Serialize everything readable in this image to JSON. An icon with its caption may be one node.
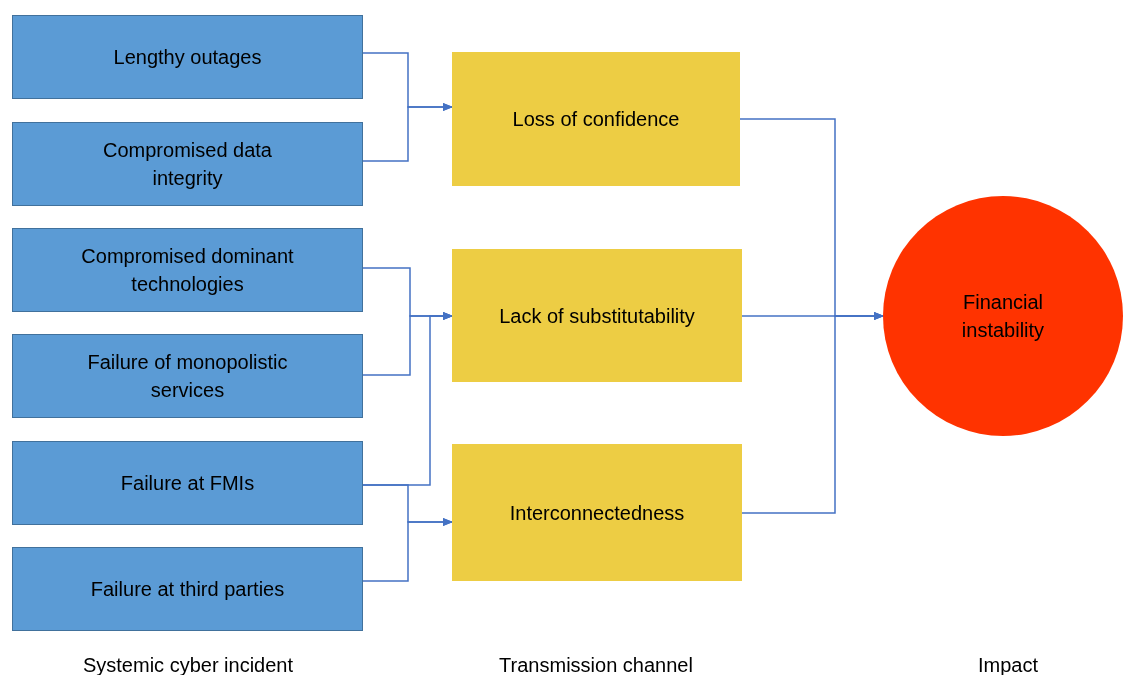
{
  "diagram": {
    "nodes": [
      {
        "text": [
          "Lengthy outages"
        ]
      },
      {
        "text": [
          "Compromised data integrity"
        ]
      },
      {
        "text": [
          "Compromised dominant technologies"
        ]
      },
      {
        "text": [
          "Failure of monopolistic services"
        ]
      },
      {
        "text": [
          "Failure at FMIs"
        ]
      },
      {
        "text": [
          "Failure at third parties"
        ]
      },
      {
        "text": [
          "Loss of confidence"
        ]
      },
      {
        "text": [
          "Lack of substitutability"
        ]
      },
      {
        "text": [
          "Interconnectedness"
        ]
      },
      {
        "text": [
          "Financial instability"
        ]
      }
    ],
    "edges": [
      {
        "from": 0,
        "to": 6,
        "arrow": "to"
      },
      {
        "from": 1,
        "to": 6,
        "arrow": "to"
      },
      {
        "from": 2,
        "to": 7,
        "arrow": "to"
      },
      {
        "from": 3,
        "to": 7,
        "arrow": "to"
      },
      {
        "from": 4,
        "to": 7,
        "arrow": "to"
      },
      {
        "from": 4,
        "to": 8,
        "arrow": "to"
      },
      {
        "from": 5,
        "to": 8,
        "arrow": "to"
      },
      {
        "from": 6,
        "to": 9,
        "arrow": "to"
      },
      {
        "from": 7,
        "to": 9,
        "arrow": "to"
      },
      {
        "from": 8,
        "to": 9,
        "arrow": "to"
      }
    ],
    "labels": [
      "Systemic cyber incident",
      "Transmission channel",
      "Impact"
    ]
  }
}
